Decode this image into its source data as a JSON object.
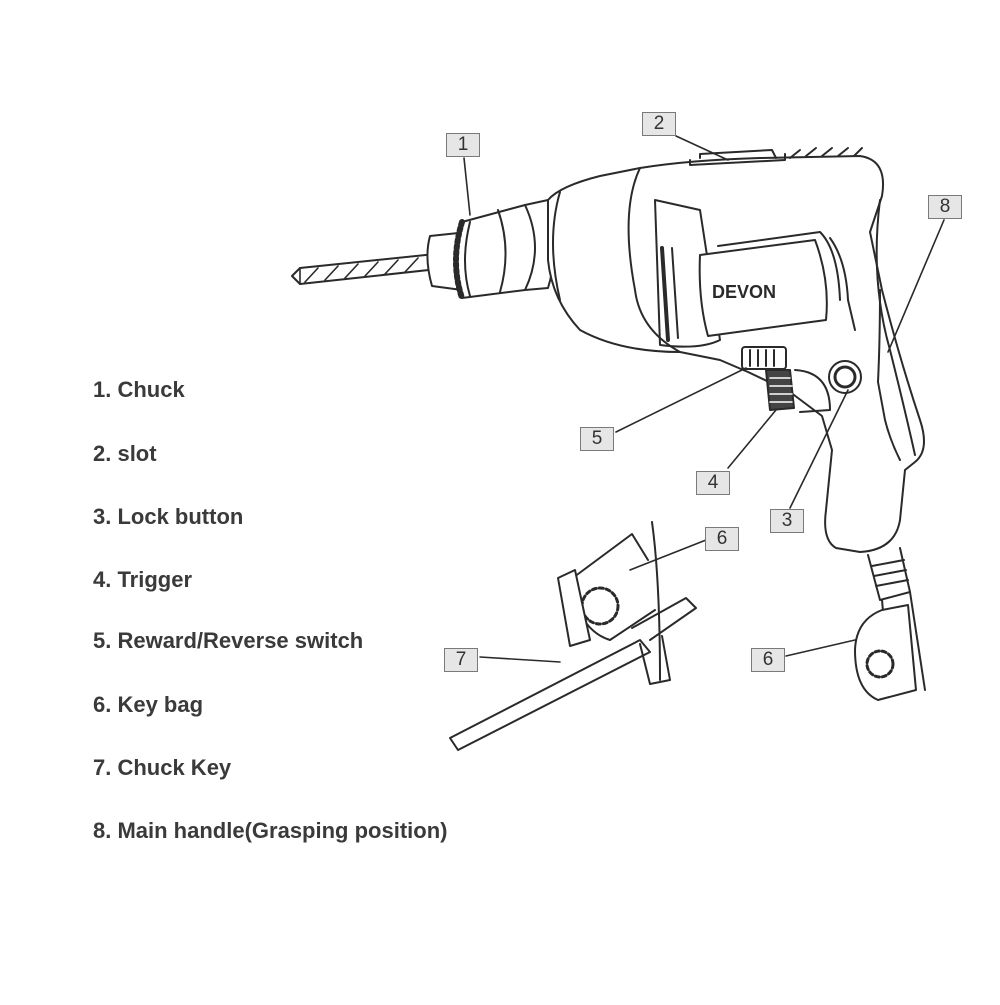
{
  "brand": "DEVON",
  "callouts": [
    "1",
    "2",
    "3",
    "4",
    "5",
    "6",
    "6",
    "7",
    "8"
  ],
  "legend": [
    "1. Chuck",
    "2. slot",
    "3. Lock button",
    "4. Trigger",
    "5. Reward/Reverse switch",
    "6. Key bag",
    "7. Chuck Key",
    "8. Main handle(Grasping position)"
  ]
}
